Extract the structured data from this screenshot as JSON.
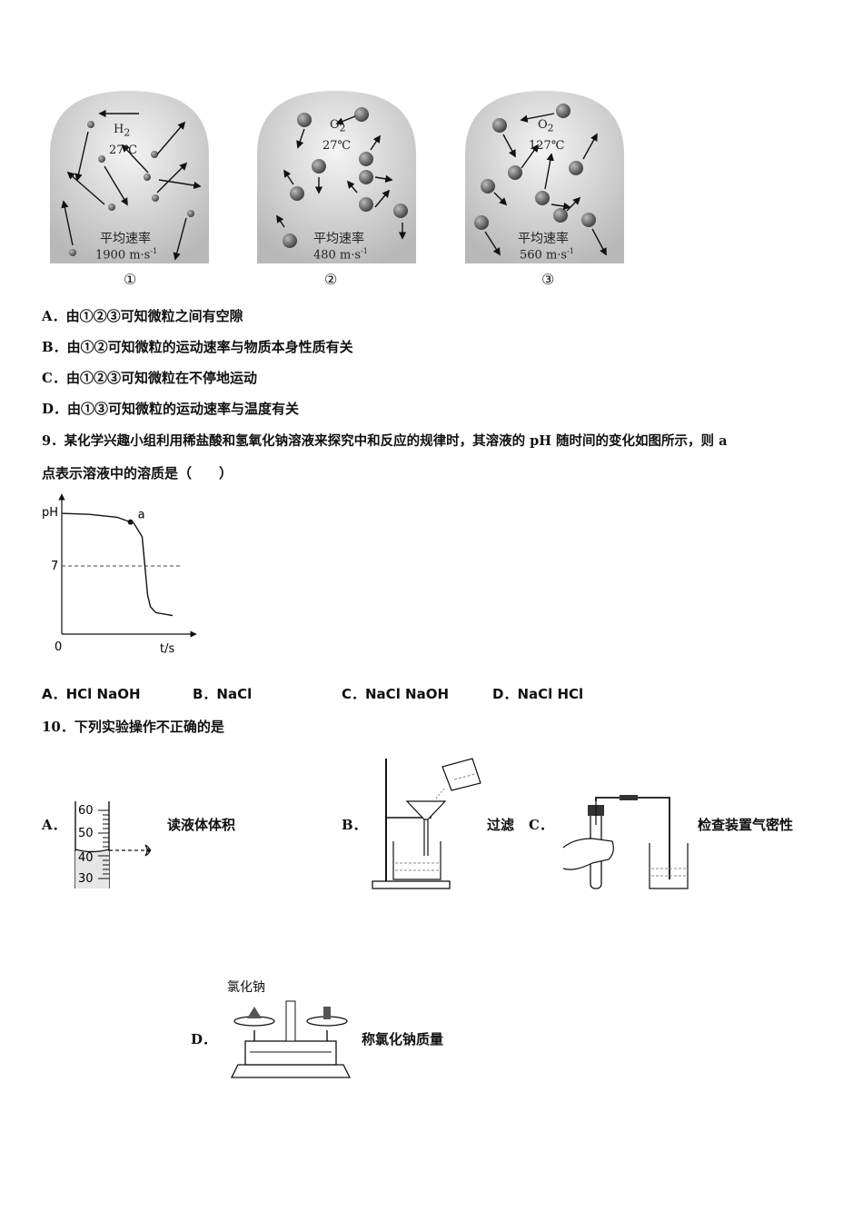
{
  "figure_jars": [
    {
      "gas": "H",
      "gas_sub": "2",
      "temp": "27℃",
      "speed_label": "平均速率",
      "speed": "1900 m·s",
      "speed_exp": "-1",
      "num": "①"
    },
    {
      "gas": "O",
      "gas_sub": "2",
      "temp": "27℃",
      "speed_label": "平均速率",
      "speed": "480 m·s",
      "speed_exp": "-1",
      "num": "②"
    },
    {
      "gas": "O",
      "gas_sub": "2",
      "temp": "127℃",
      "speed_label": "平均速率",
      "speed": "560 m·s",
      "speed_exp": "-1",
      "num": "③"
    }
  ],
  "q8_options": [
    "A．由①②③可知微粒之间有空隙",
    "B．由①②可知微粒的运动速率与物质本身性质有关",
    "C．由①②③可知微粒在不停地运动",
    "D．由①③可知微粒的运动速率与温度有关"
  ],
  "q9": {
    "line1": "9．某化学兴趣小组利用稀盐酸和氢氧化钠溶液来探究中和反应的规律时，其溶液的 pH 随时间的变化如图所示，则 a",
    "line2": "点表示溶液中的溶质是（　　）",
    "options": [
      "A．HCl   NaOH",
      "B．NaCl",
      "C．NaCl    NaOH",
      "D．NaCl    HCl"
    ]
  },
  "chart_data": {
    "type": "line",
    "ylabel": "pH",
    "xlabel": "t/s",
    "origin_label": "0",
    "y_tick_labels": [
      "7"
    ],
    "reference_line": {
      "y": 7,
      "style": "dashed"
    },
    "ylim": [
      0,
      14
    ],
    "series": [
      {
        "x": [
          0,
          5,
          10,
          13,
          14.5,
          15,
          15.5,
          16,
          17,
          20
        ],
        "y": [
          12.4,
          12.3,
          12.0,
          11.4,
          10.0,
          7.0,
          4.0,
          2.8,
          2.2,
          1.9
        ]
      }
    ],
    "annotations": [
      {
        "label": "a",
        "x": 12.4
      }
    ]
  },
  "q10": {
    "title": "10．下列实验操作不正确的是",
    "options": [
      {
        "letter": "A．",
        "caption": "读液体体积",
        "scale": [
          "60",
          "50",
          "40",
          "30"
        ]
      },
      {
        "letter": "B．",
        "caption": "过滤"
      },
      {
        "letter": "C．",
        "caption": "检查装置气密性"
      },
      {
        "letter": "D．",
        "caption": "称氯化钠质量",
        "label": "氯化钠"
      }
    ]
  },
  "colors": {
    "ink": "#111111",
    "jar_bg": "#d9d9d9",
    "particle": "#666666"
  }
}
